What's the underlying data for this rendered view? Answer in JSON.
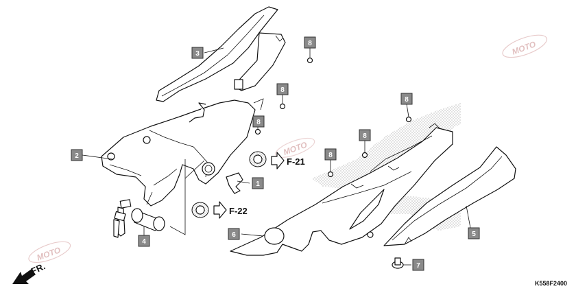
{
  "diagram": {
    "callouts": [
      {
        "id": "c1",
        "label": "1"
      },
      {
        "id": "c2",
        "label": "2"
      },
      {
        "id": "c3",
        "label": "3"
      },
      {
        "id": "c4",
        "label": "4"
      },
      {
        "id": "c5",
        "label": "5"
      },
      {
        "id": "c6",
        "label": "6"
      },
      {
        "id": "c7",
        "label": "7"
      },
      {
        "id": "c8a",
        "label": "8"
      },
      {
        "id": "c8b",
        "label": "8"
      },
      {
        "id": "c8c",
        "label": "8"
      },
      {
        "id": "c8d",
        "label": "8"
      },
      {
        "id": "c8e",
        "label": "8"
      },
      {
        "id": "c8f",
        "label": "8"
      }
    ],
    "references": {
      "f21": "F-21",
      "f22": "F-22"
    },
    "front_indicator": "FR.",
    "diagram_code": "K558F2400",
    "watermark": "MOTO"
  }
}
